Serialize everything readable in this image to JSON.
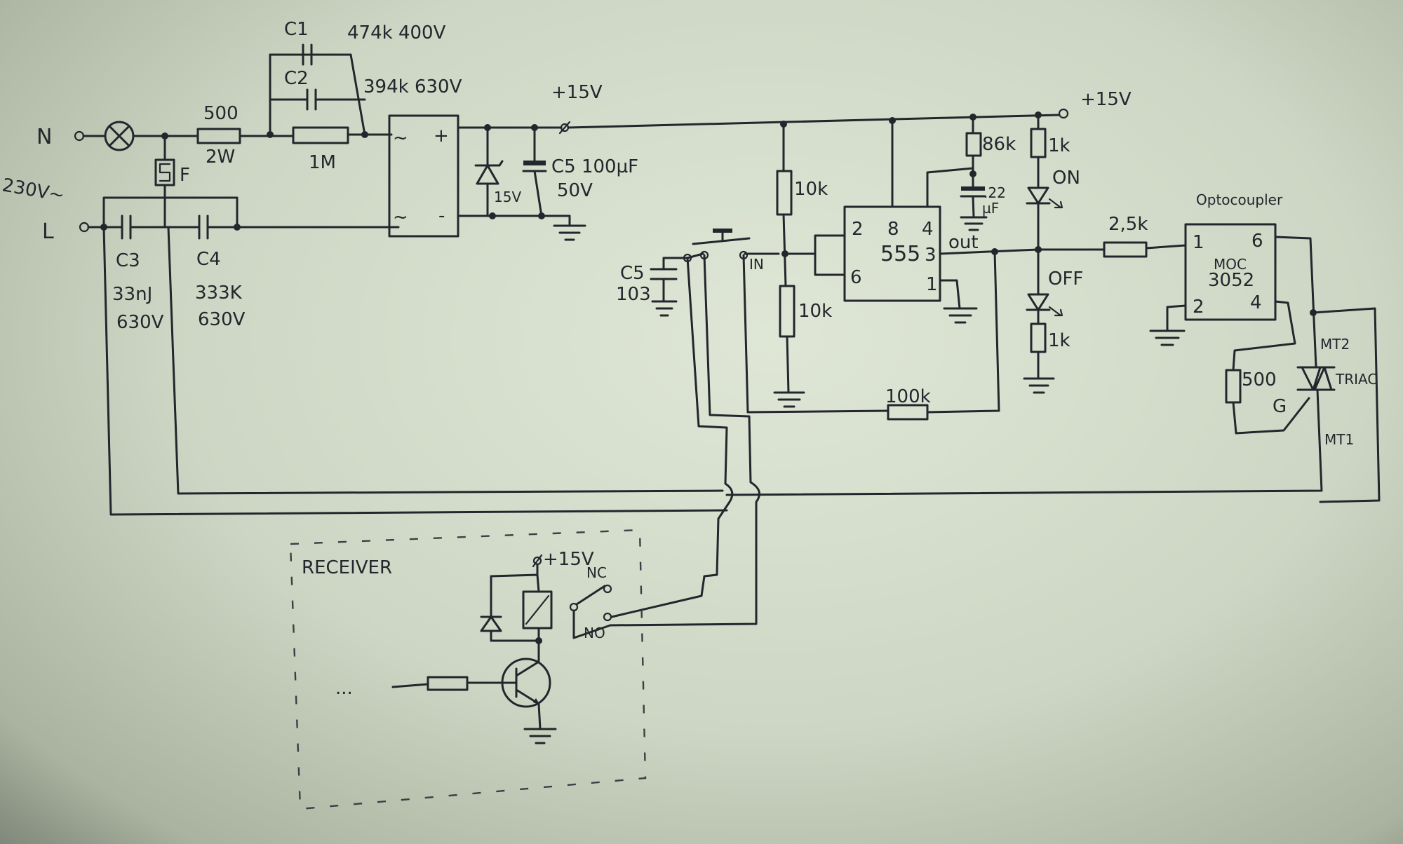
{
  "labels": {
    "neutral": "N",
    "live": "L",
    "mains": "230V~",
    "c1_name": "C1",
    "c1_value": "474k 400V",
    "c2_name": "C2",
    "c2_value": "394k 630V",
    "r500_top": "500",
    "r500_power": "2W",
    "r1m": "1M",
    "fuse": "F",
    "bridge_ac_top": "~",
    "bridge_plus": "+",
    "bridge_ac_bottom": "~",
    "bridge_minus": "-",
    "zener": "15V",
    "c5_cap": "C5 100µF",
    "c5_volt": "50V",
    "vcc1": "+15V",
    "vcc2": "+15V",
    "c3_name": "C3",
    "c3_value": "33nJ",
    "c3_volt": "630V",
    "c4_name": "C4",
    "c4_value": "333K",
    "c4_volt": "630V",
    "c5b_name": "C5",
    "c5b_value": "103",
    "in_label": "IN",
    "r10k_top": "10k",
    "r10k_bottom": "10k",
    "ic_pin2": "2",
    "ic_pin8": "8",
    "ic_pin4": "4",
    "ic_name": "555",
    "ic_pin3": "3",
    "ic_pin6": "6",
    "ic_pin1": "1",
    "out_label": "out",
    "r86k": "86k",
    "cap22": ".22",
    "cap22_unit": "µF",
    "r1k_top": "1k",
    "led_on": "ON",
    "led_off": "OFF",
    "r1k_bottom": "1k",
    "r100k": "100k",
    "r2_5k": "2,5k",
    "opto_title": "Optocoupler",
    "opto_pin1": "1",
    "opto_pin6": "6",
    "opto_name1": "MOC",
    "opto_name2": "3052",
    "opto_pin2": "2",
    "opto_pin4": "4",
    "r500_gate": "500",
    "mt2": "MT2",
    "triac": "TRIAC",
    "gate": "G",
    "mt1": "MT1",
    "receiver": "RECEIVER",
    "rx_vcc": "+15V",
    "nc": "NC",
    "no": "NO",
    "ellipsis": "..."
  }
}
